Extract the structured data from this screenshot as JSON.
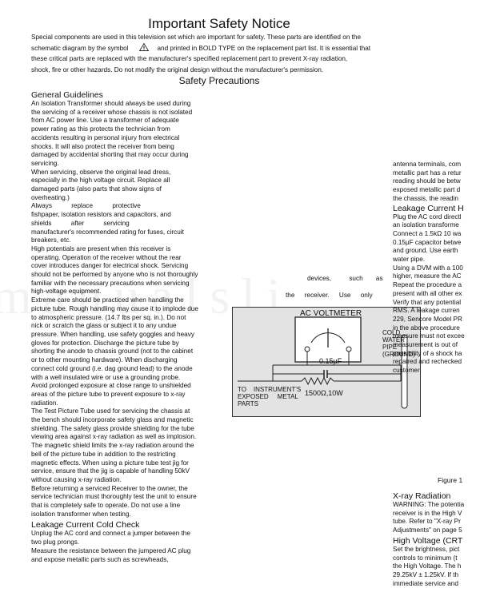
{
  "title": "Important Safety Notice",
  "intro": {
    "line1": "Special components are used in this television set which are important for safety. These parts are identified on the",
    "line2a": "schematic diagram by the symbol",
    "line2b": "and printed in BOLD TYPE on the replacement part list. It is essential that",
    "line3": "these critical parts are replaced with the manufacturer's specified replacement part to prevent X-ray radiation,",
    "line4": "shock, fire or other hazards. Do not modify the original design without the manufacturer's permission."
  },
  "subtitle": "Safety Precautions",
  "left": {
    "general_heading": "General Guidelines",
    "general_p1": "An Isolation Transformer should always be used during the servicing of a receiver whose chassis is not isolated from AC power line. Use a transformer of adequate power rating as this protects the technician from accidents resulting in personal injury from electrical shocks. It will also protect the receiver from being damaged by accidental shorting that may occur during servicing.",
    "general_p2": "When servicing, observe the original lead dress, especially in the high voltage circuit. Replace all damaged parts (also parts that show signs of overheating.)",
    "general_p3a": "Always replace protective",
    "general_p3b": "fishpaper, isolation resistors and capacitors, and",
    "general_p3c": "shields after servicing",
    "general_p3d": "manufacturer's recommended rating for fuses, circuit breakers, etc.",
    "general_p4": "High potentials are present when this receiver is operating. Operation of the receiver without the rear cover introduces danger for electrical shock. Servicing should not be performed by anyone who is not thoroughly familiar with the necessary precautions when servicing high-voltage equipment.",
    "general_p5": "Extreme care should be practiced when handling the picture tube. Rough handling may cause it to implode due to atmospheric pressure. (14.7 lbs per sq. in.). Do not nick or scratch the glass or subject it to any undue pressure. When handling, use safety goggles and heavy gloves for protection. Discharge the picture tube by shorting the anode to chassis ground (not to the cabinet or to other mounting hardware). When discharging connect cold ground (i.e. dag ground lead) to the anode with a well insulated wire or use a grounding probe.",
    "general_p6": "Avoid prolonged exposure at close range to unshielded areas of the picture tube to prevent exposure to x-ray radiation.",
    "general_p7": "The Test Picture Tube used for servicing the chassis at the bench should incorporate safety glass and magnetic shielding. The safety glass provide shielding for the tube viewing area against x-ray radiation as well as implosion. The magnetic shield limits the x-ray radiation around the bell of the picture tube in addition to the restricting magnetic effects. When using a picture tube test jig for service, ensure that the jig is capable of handling 50kV without causing x-ray radiation.",
    "general_p8": "Before returning a serviced Receiver to the owner, the service technician must thoroughly test the unit to ensure that is completely safe to operate. Do not use a line isolation transformer when testing.",
    "cold_heading": "Leakage Current Cold Check",
    "cold_p1": "Unplug the AC cord and connect a jumper between the two plug prongs.",
    "cold_p2": "Measure the resistance between the jumpered AC plug and expose metallic parts such as screwheads,"
  },
  "middle": {
    "frag1a": "devices,",
    "frag1b": "such",
    "frag1c": "as",
    "frag2a": "the",
    "frag2b": "receiver.",
    "frag2c": "Use",
    "frag2d": "only"
  },
  "figure": {
    "meter_label": "AC VOLTMETER",
    "cap_label": "0.15µF",
    "res_label": "1500Ω,10W",
    "to_parts_1": "TO    INSTRUMENT'S",
    "to_parts_2": "EXPOSED     METAL",
    "to_parts_3": "PARTS",
    "caption": "Figure 1"
  },
  "right": {
    "r1": "antenna terminals, com",
    "r2": "metallic part has a retur",
    "r3": "reading should be betw",
    "r4": "exposed metallic part d",
    "r5": "the chassis, the readin",
    "hot_heading": "Leakage Current H",
    "h1": "Plug the AC cord directl",
    "h2": "an isolation transforme",
    "h3": "Connect a 1.5kΩ 10 wa",
    "h4": "0.15µF capacitor betwe",
    "h5": "and ground. Use earth",
    "h6": "water pipe.",
    "h7": "Using a DVM with a 100",
    "h8": "higher, measure the AC",
    "h9": "Repeat the procedure a",
    "h10": "present with all other ex",
    "h11": "Verify that any potential",
    "h12": "RMS. A leakage curren",
    "h13": "229, Sencore Model PR",
    "h14": "in the above procedure",
    "h15": "measure must not excee",
    "h16": "measurement is out of",
    "h17": "possibility of a shock ha",
    "h18": "repaired and rechecked",
    "h19": "customer.",
    "cold_water_1": "COLD",
    "cold_water_2": "WATER",
    "cold_water_3": "PIPE",
    "cold_water_4": "(GROUND)",
    "xray_heading": "X-ray Radiation",
    "x1": "WARNING: The potentia",
    "x2": "receiver is in the High V",
    "x3": "tube. Refer to \"X-ray Pr",
    "x4": "Adjustments\" on page 5",
    "hv_heading": "High Voltage (CRT",
    "v1": "Set the brightness, pict",
    "v2": "controls to minimum (t",
    "v3": "the High Voltage. The h",
    "v4": "29.25kV ± 1.25kV. If th",
    "v5": "immediate service and"
  },
  "watermark": "manualsli",
  "colors": {
    "figure_bg": "#e3e3e3",
    "text": "#111111"
  }
}
